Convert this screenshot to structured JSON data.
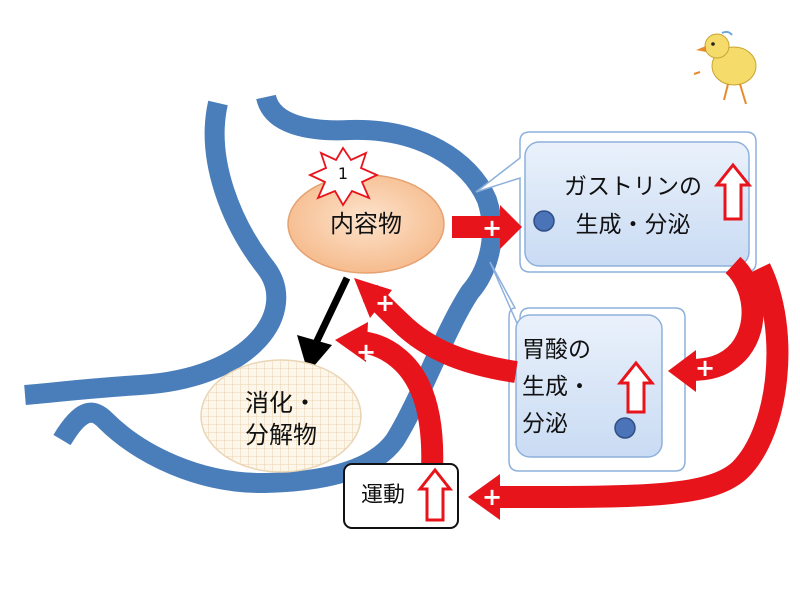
{
  "badge": {
    "number": "1"
  },
  "contents": {
    "label": "内容物"
  },
  "digested": {
    "line1": "消化・",
    "line2": "分解物"
  },
  "gastrin": {
    "line1": "ガストリンの",
    "line2": "生成・分泌"
  },
  "acid": {
    "line1": "胃酸の",
    "line2": "生成・",
    "line3": "分泌"
  },
  "motility": {
    "label": "運動"
  },
  "plus_sign": "+",
  "colors": {
    "stomach": "#4a7ebb",
    "arrow": "#e8141b",
    "box_fill": "#dbe7f7",
    "box_border": "#8eb0dc",
    "contents_fill": "#f9c9a2",
    "cell_dot": "#4a73b8"
  },
  "icons": [
    "up-arrow-icon",
    "burst-icon",
    "cell-dot-icon",
    "chick-icon"
  ]
}
